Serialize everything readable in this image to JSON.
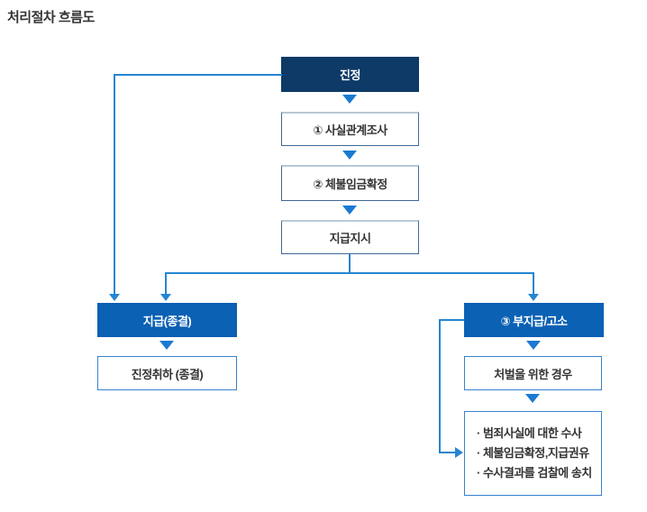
{
  "title": "처리절차 흐름도",
  "colors": {
    "navy_box": "#0d3a66",
    "blue_box": "#0b61b4",
    "connector": "#2585d2",
    "steel_border": "#3e6a96",
    "blue_border": "#3781cf",
    "text": "#333333"
  },
  "flow": {
    "start": "진정",
    "steps": [
      "① 사실관계조사",
      "② 체불임금확정",
      "지급지시"
    ],
    "left_branch": {
      "header": "지급(종결)",
      "result": "진정취하 (종결)"
    },
    "right_branch": {
      "header": "③ 부지급/고소",
      "condition": "처벌을 위한 경우",
      "actions": [
        "· 범죄사실에 대한 수사",
        "· 체불임금확정,지급권유",
        "· 수사결과를 검찰에 송치"
      ]
    }
  }
}
